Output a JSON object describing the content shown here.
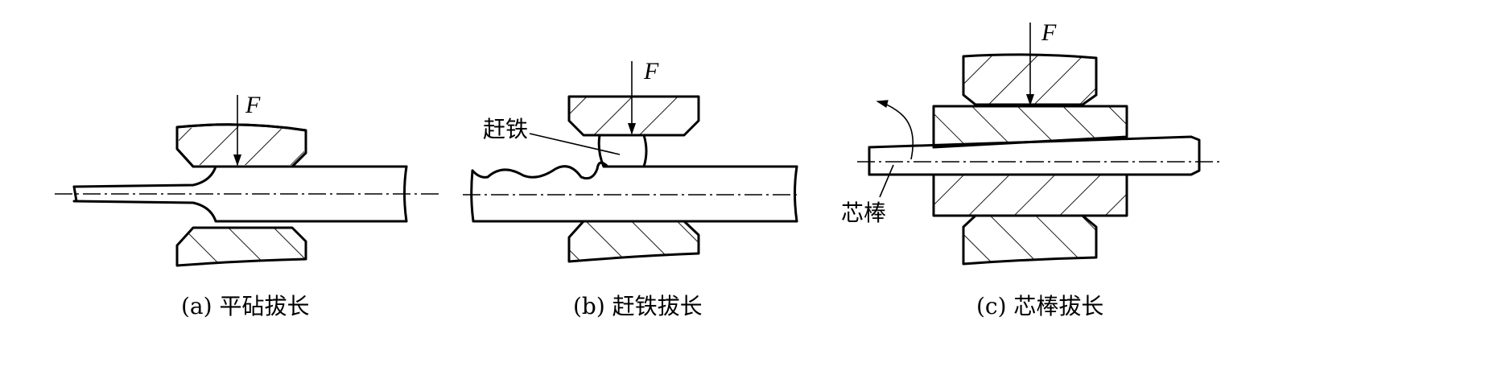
{
  "force_label": "F",
  "panels": [
    {
      "id": "a",
      "caption": "(a) 平砧拔长",
      "callouts": []
    },
    {
      "id": "b",
      "caption": "(b) 赶铁拔长",
      "callouts": [
        "赶铁"
      ]
    },
    {
      "id": "c",
      "caption": "(c) 芯棒拔长",
      "callouts": [
        "芯棒"
      ]
    }
  ]
}
